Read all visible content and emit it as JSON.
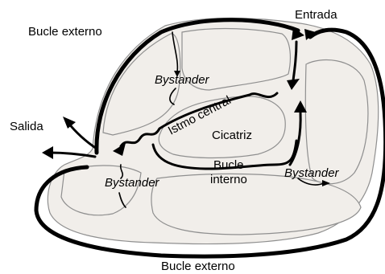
{
  "labels": {
    "outer_loop_top": "Bucle externo",
    "outer_loop_bottom": "Bucle externo",
    "entry": "Entrada",
    "exit": "Salida",
    "bystander_top": "Bystander",
    "bystander_left": "Bystander",
    "bystander_right": "Bystander",
    "central_isthmus": "Istmo central",
    "scar": "Cicatriz",
    "inner_loop_line1": "Bucle",
    "inner_loop_line2": "interno"
  },
  "colors": {
    "tissue_fill": "#f1eeea",
    "tissue_border": "#8f8f8f",
    "arrows": "#000000"
  }
}
